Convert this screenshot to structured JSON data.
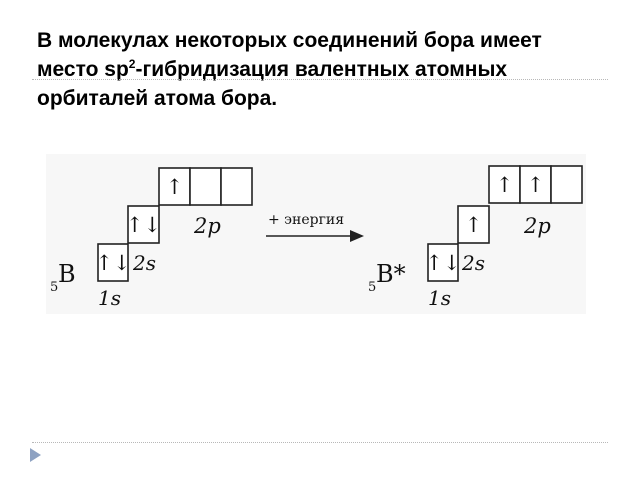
{
  "slide": {
    "title_part1": "В молекулах некоторых соединений бора имеет место sp",
    "title_sup": "2",
    "title_part2": "-гибридизация валентных атомных орбиталей атома бора."
  },
  "left_diagram": {
    "atomic_number": "5",
    "element": "B",
    "label_1s": "1s",
    "label_2s": "2s",
    "label_2p": "2p",
    "electrons_1s": "↑↓",
    "electrons_2s": "↑↓",
    "electrons_2p": [
      "↑",
      "",
      ""
    ]
  },
  "arrow": {
    "label": "+ энергия"
  },
  "right_diagram": {
    "atomic_number": "5",
    "element": "B*",
    "label_1s": "1s",
    "label_2s": "2s",
    "label_2p": "2p",
    "electrons_1s": "↑↓",
    "electrons_2s": "↑",
    "electrons_2p": [
      "↑",
      "↑",
      ""
    ]
  }
}
